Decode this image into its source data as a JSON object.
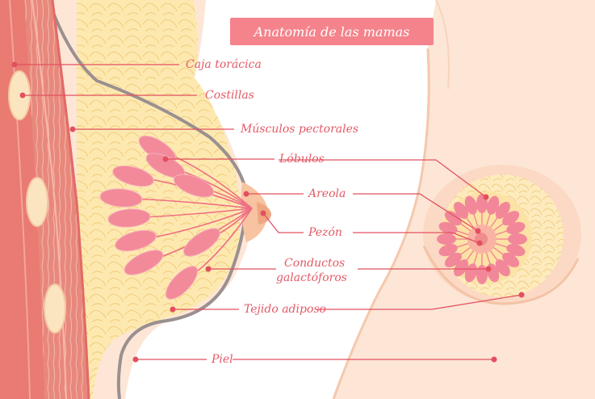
{
  "title": "Anatomía de las mamas",
  "labels": {
    "caja_toracica": "Caja torácica",
    "costillas": "Costillas",
    "musculos_pectorales": "Músculos pectorales",
    "lobulos": "Lóbulos",
    "areola": "Areola",
    "pezon": "Pezón",
    "conductos_line1": "Conductos",
    "conductos_line2": "galactóforos",
    "tejido_adiposo": "Tejido adiposo",
    "piel": "Piel"
  },
  "colors": {
    "accent": "#e2505f",
    "title_bg": "#f4838c",
    "skin": "#fde6d6",
    "skin_dark": "#f7cdb3",
    "fat": "#fde9b0",
    "muscle": "#e58578",
    "lobule": "#f28a9a",
    "outline": "#9a9090"
  }
}
